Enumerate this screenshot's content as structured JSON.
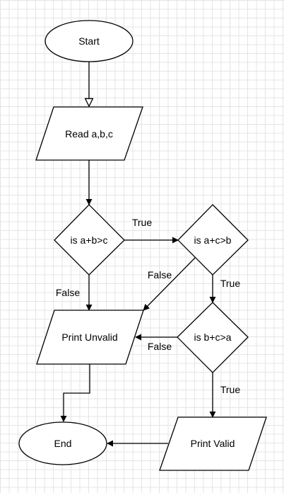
{
  "nodes": {
    "start": "Start",
    "read": "Read a,b,c",
    "cond_ab": "is a+b>c",
    "cond_ac": "is a+c>b",
    "cond_bc": "is b+c>a",
    "print_unvalid": "Print Unvalid",
    "print_valid": "Print Valid",
    "end": "End"
  },
  "edges": {
    "ab_true": "True",
    "ab_false": "False",
    "ac_true": "True",
    "ac_false": "False",
    "bc_true": "True",
    "bc_false": "False"
  }
}
